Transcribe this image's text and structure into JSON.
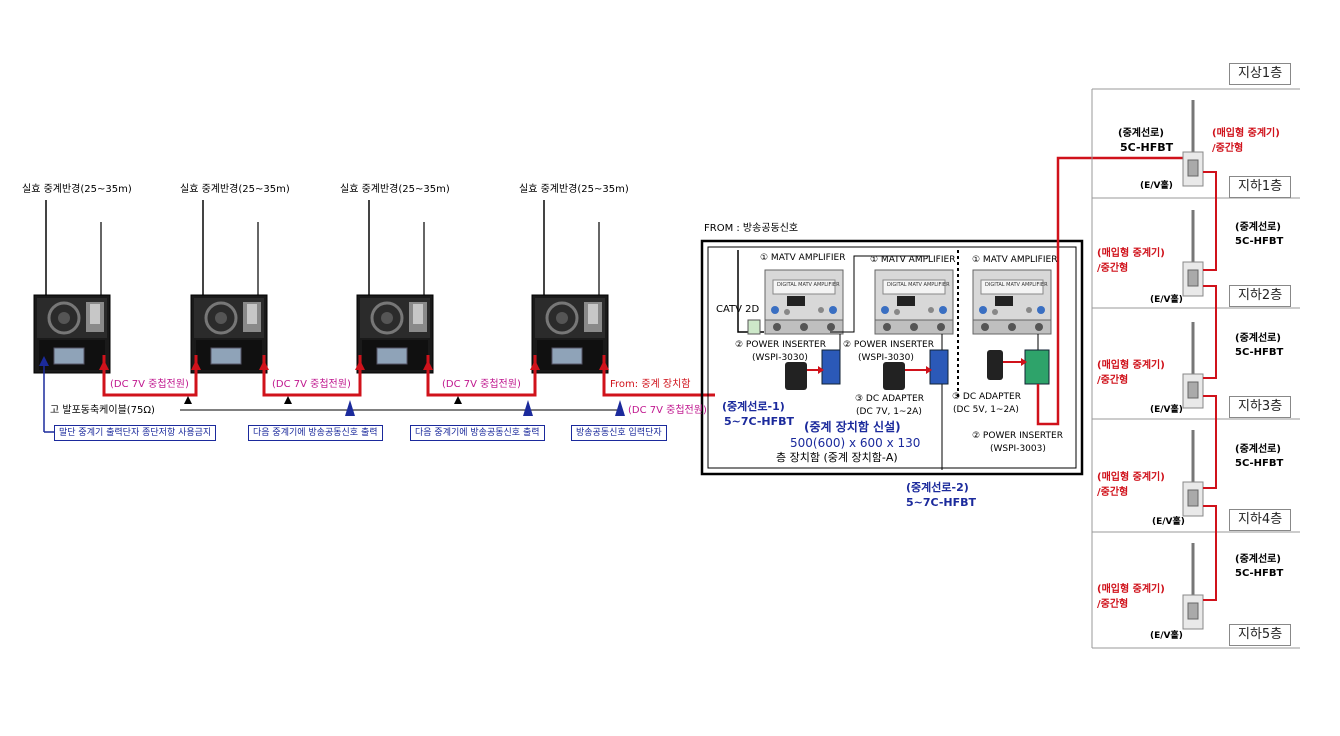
{
  "repeaters": [
    {
      "caption": "실효 중계반경(25~35m)"
    },
    {
      "caption": "실효 중계반경(25~35m)"
    },
    {
      "caption": "실효 중계반경(25~35m)"
    },
    {
      "caption": "실효 중계반경(25~35m)"
    }
  ],
  "dc_labels": [
    "(DC 7V 중첩전원)",
    "(DC 7V 중첩전원)",
    "(DC 7V 중첩전원)"
  ],
  "from_relay": "From: 중계 장치함",
  "dc_label_4": "(DC 7V 중첩전원)",
  "cable_label": "고 발포동축케이블(75Ω)",
  "boxes": [
    "말단 중계기 출력단자 종단저항 사용금지",
    "다음 중계기에 방송공동신호 출력",
    "다음 중계기에 방송공동신호 출력",
    "방송공동신호 입력단자"
  ],
  "cabinet": {
    "from_label": "FROM : 방송공동신호",
    "catv": "CATV 2D",
    "amp_label": "① MATV AMPLIFIER",
    "amp_panel": "DIGITAL MATV AMPLIFIER",
    "power_inserter": "② POWER INSERTER",
    "pi_model_a": "(WSPI-3030)",
    "pi_model_b": "(WSPI-3030)",
    "pi3_label": "② POWER INSERTER",
    "pi3_model": "(WSPI-3003)",
    "dc_adapter": "③ DC ADAPTER",
    "dc_spec_a": "(DC 7V, 1~2A)",
    "dc_spec_b": "(DC 5V, 1~2A)",
    "line1_title": "(중계선로-1)",
    "line1_spec": "5~7C-HFBT",
    "new_title": "(중계 장치함 신설)",
    "dims": "500(600) x 600 x 130",
    "cabinet_name": "층 장치함 (중계 장치함-A)",
    "line2_title": "(중계선로-2)",
    "line2_spec": "5~7C-HFBT"
  },
  "floors": [
    {
      "name": "지상1층"
    },
    {
      "name": "지하1층"
    },
    {
      "name": "지하2층"
    },
    {
      "name": "지하3층"
    },
    {
      "name": "지하4층"
    },
    {
      "name": "지하5층"
    }
  ],
  "floor_notes": {
    "relay_line": "(중계선로)",
    "relay_line_alt": "(중계선로)",
    "cable": "5C-HFBT",
    "embedded_a": "(매입형 중계기)",
    "embedded_b": "/중간형",
    "ev": "(E/V홀)"
  },
  "colors": {
    "red": "#d0121b",
    "blue": "#1b2a9c",
    "magenta": "#c0178f"
  }
}
